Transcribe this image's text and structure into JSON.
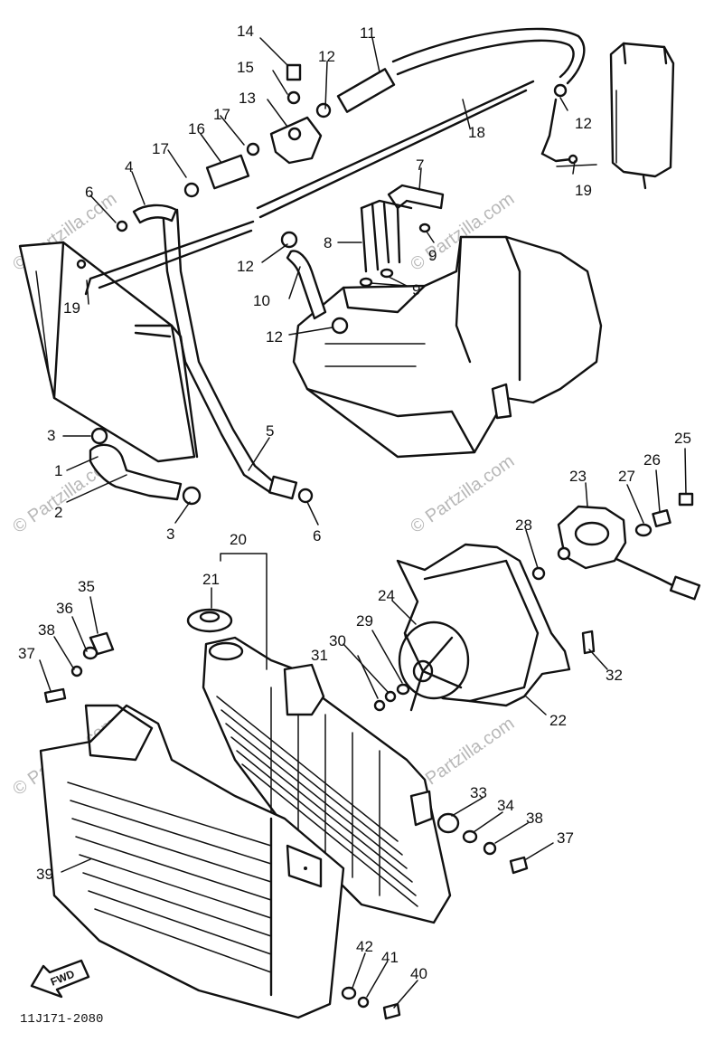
{
  "watermark": "© Partzilla.com",
  "diagram_code": "11J171-2080",
  "fwd_label": "FWD",
  "callouts": [
    "1",
    "2",
    "3",
    "3",
    "4",
    "5",
    "6",
    "6",
    "7",
    "8",
    "9",
    "9",
    "10",
    "11",
    "12",
    "12",
    "12",
    "12",
    "13",
    "14",
    "15",
    "16",
    "17",
    "17",
    "18",
    "19",
    "19",
    "20",
    "21",
    "22",
    "23",
    "24",
    "25",
    "26",
    "27",
    "28",
    "29",
    "30",
    "31",
    "32",
    "33",
    "34",
    "35",
    "36",
    "37",
    "37",
    "38",
    "38",
    "39",
    "40",
    "41",
    "42"
  ]
}
